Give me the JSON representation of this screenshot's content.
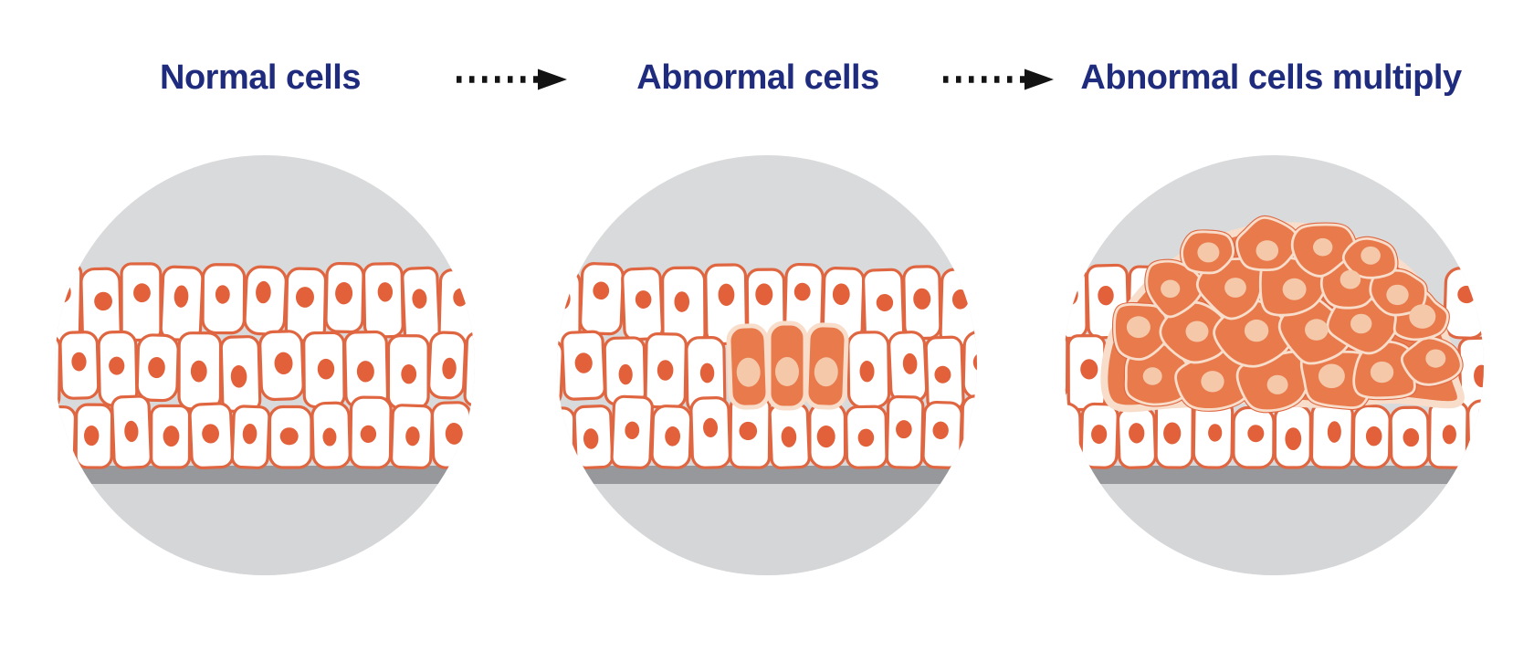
{
  "labels": [
    {
      "text": "Normal cells"
    },
    {
      "text": "Abnormal cells"
    },
    {
      "text": "Abnormal cells multiply"
    }
  ],
  "arrows": [
    {
      "name": "arrow-normal-to-abnormal",
      "style": "dotted",
      "direction": "right"
    },
    {
      "name": "arrow-abnormal-to-multiply",
      "style": "dotted",
      "direction": "right"
    }
  ],
  "panels": [
    {
      "name": "normal-cells",
      "type": "normal"
    },
    {
      "name": "abnormal-cells",
      "type": "abnormal"
    },
    {
      "name": "abnormal-cells-multiply",
      "type": "multiply"
    }
  ],
  "colors": {
    "page_bg": "#ffffff",
    "label_text": "#1f2c7e",
    "arrow": "#131313",
    "circle_bg": "#d9dadb",
    "circle_bg_lower": "#d5d6d8",
    "membrane": "#96989b",
    "cell_fill": "#ffffff",
    "cell_stroke": "#df6640",
    "nucleus": "#e2613a",
    "abnormal_fill": "#e87a4c",
    "abnormal_stroke": "#f8ddca",
    "abnormal_nucleus": "#f4c8a9"
  }
}
